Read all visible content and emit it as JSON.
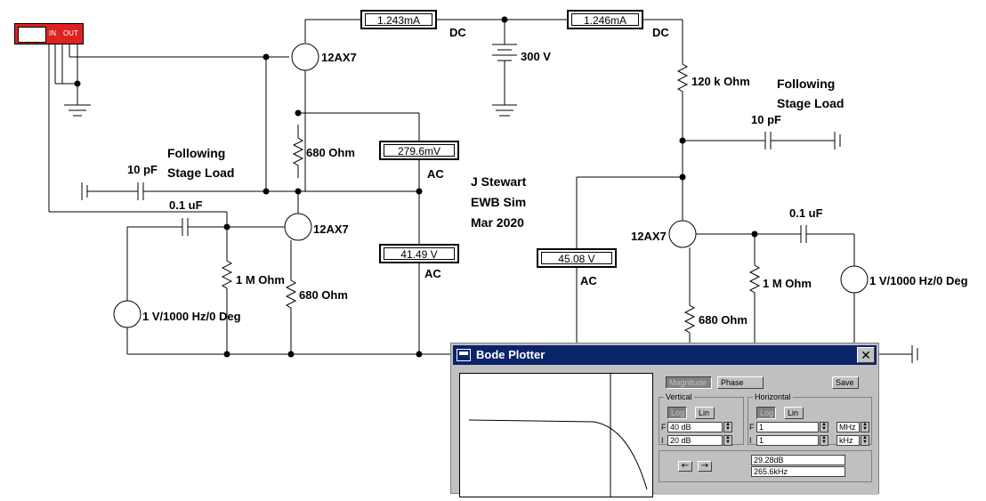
{
  "meters": {
    "dc_left": {
      "value": "1.243m",
      "unit": "A",
      "mode": "DC"
    },
    "dc_right": {
      "value": "1.246m",
      "unit": "A",
      "mode": "DC"
    },
    "ac_plate1": {
      "value": "279.6m",
      "unit": "V",
      "mode": "AC"
    },
    "ac_mid": {
      "value": "41.49",
      "unit": "V",
      "mode": "AC"
    },
    "ac_right": {
      "value": "45.08",
      "unit": "V",
      "mode": "AC"
    }
  },
  "components": {
    "tube_top": "12AX7",
    "tube_mid": "12AX7",
    "tube_right": "12AX7",
    "supply": "300 V",
    "r_plate_right": "120 k Ohm",
    "r_plate_left": "680  Ohm",
    "r_cathode_left": "680  Ohm",
    "r_cathode_right": "680  Ohm",
    "r_grid_left": "1 M Ohm",
    "r_grid_right": "1 M Ohm",
    "c_load_left": "10 pF",
    "c_load_right": "10 pF",
    "c_couple_left": "0.1 uF",
    "c_couple_right": "0.1 uF",
    "src_left": "1 V/1000 Hz/0 Deg",
    "src_right": "1 V/1000 Hz/0 Deg",
    "load_left_1": "Following",
    "load_left_2": "Stage Load",
    "load_right_1": "Following",
    "load_right_2": "Stage Load"
  },
  "credit": {
    "line1": "J Stewart",
    "line2": "EWB Sim",
    "line3": "Mar 2020"
  },
  "bode_icon": {
    "in_label": "IN",
    "out_label": "OUT"
  },
  "bode": {
    "title": "Bode Plotter",
    "close_glyph": "✕",
    "tabs": {
      "magnitude": "Magnitude",
      "phase": "Phase"
    },
    "save": "Save",
    "vertical": {
      "label": "Vertical",
      "log": "Log",
      "lin": "Lin",
      "f_label": "F",
      "f_value": "40 dB",
      "i_label": "I",
      "i_value": "20 dB"
    },
    "horizontal": {
      "label": "Horizontal",
      "log": "Log",
      "lin": "Lin",
      "f_label": "F",
      "f_value": "1",
      "f_unit": "MHz",
      "i_label": "I",
      "i_value": "1",
      "i_unit": "kHz"
    },
    "readout": {
      "db": "29.28dB",
      "freq": "265.6kHz"
    },
    "nav": {
      "left": "←",
      "right": "→"
    }
  }
}
